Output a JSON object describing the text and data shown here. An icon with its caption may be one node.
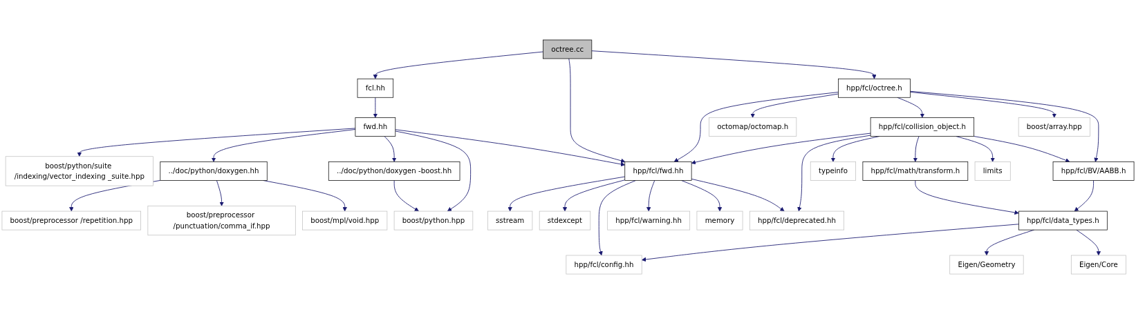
{
  "diagram": {
    "nodes": [
      {
        "text": [
          "octree.cc"
        ]
      },
      {
        "text": [
          "fcl.hh"
        ]
      },
      {
        "text": [
          "hpp/fcl/octree.h"
        ]
      },
      {
        "text": [
          "fwd.hh"
        ]
      },
      {
        "text": [
          "octomap/octomap.h"
        ]
      },
      {
        "text": [
          "hpp/fcl/collision_object.h"
        ]
      },
      {
        "text": [
          "boost/array.hpp"
        ]
      },
      {
        "text": [
          "boost/python/suite /indexing/vector_indexing _suite.hpp"
        ]
      },
      {
        "text": [
          "../doc/python/doxygen.hh"
        ]
      },
      {
        "text": [
          "../doc/python/doxygen -boost.hh"
        ]
      },
      {
        "text": [
          "hpp/fcl/fwd.hh"
        ]
      },
      {
        "text": [
          "typeinfo"
        ]
      },
      {
        "text": [
          "hpp/fcl/math/transform.h"
        ]
      },
      {
        "text": [
          "limits"
        ]
      },
      {
        "text": [
          "hpp/fcl/BV/AABB.h"
        ]
      },
      {
        "text": [
          "boost/preprocessor /repetition.hpp"
        ]
      },
      {
        "text": [
          "boost/preprocessor /punctuation/comma_if.hpp"
        ]
      },
      {
        "text": [
          "boost/mpl/void.hpp"
        ]
      },
      {
        "text": [
          "boost/python.hpp"
        ]
      },
      {
        "text": [
          "sstream"
        ]
      },
      {
        "text": [
          "stdexcept"
        ]
      },
      {
        "text": [
          "hpp/fcl/warning.hh"
        ]
      },
      {
        "text": [
          "memory"
        ]
      },
      {
        "text": [
          "hpp/fcl/deprecated.hh"
        ]
      },
      {
        "text": [
          "hpp/fcl/data_types.h"
        ]
      },
      {
        "text": [
          "hpp/fcl/config.hh"
        ]
      },
      {
        "text": [
          "Eigen/Geometry"
        ]
      },
      {
        "text": [
          "Eigen/Core"
        ]
      }
    ],
    "edges": [
      {
        "from": 0,
        "to": 1,
        "arrow": "to"
      },
      {
        "from": 0,
        "to": 10,
        "arrow": "to"
      },
      {
        "from": 0,
        "to": 2,
        "arrow": "to"
      },
      {
        "from": 1,
        "to": 3,
        "arrow": "to"
      },
      {
        "from": 3,
        "to": 7,
        "arrow": "to"
      },
      {
        "from": 3,
        "to": 8,
        "arrow": "to"
      },
      {
        "from": 3,
        "to": 9,
        "arrow": "to"
      },
      {
        "from": 3,
        "to": 18,
        "arrow": "to"
      },
      {
        "from": 3,
        "to": 10,
        "arrow": "to"
      },
      {
        "from": 2,
        "to": 10,
        "arrow": "to"
      },
      {
        "from": 2,
        "to": 4,
        "arrow": "to"
      },
      {
        "from": 2,
        "to": 5,
        "arrow": "to"
      },
      {
        "from": 2,
        "to": 6,
        "arrow": "to"
      },
      {
        "from": 2,
        "to": 14,
        "arrow": "to"
      },
      {
        "from": 5,
        "to": 10,
        "arrow": "to"
      },
      {
        "from": 5,
        "to": 23,
        "arrow": "to"
      },
      {
        "from": 5,
        "to": 11,
        "arrow": "to"
      },
      {
        "from": 5,
        "to": 12,
        "arrow": "to"
      },
      {
        "from": 5,
        "to": 13,
        "arrow": "to"
      },
      {
        "from": 5,
        "to": 14,
        "arrow": "to"
      },
      {
        "from": 8,
        "to": 15,
        "arrow": "to"
      },
      {
        "from": 8,
        "to": 16,
        "arrow": "to"
      },
      {
        "from": 8,
        "to": 17,
        "arrow": "to"
      },
      {
        "from": 9,
        "to": 18,
        "arrow": "to"
      },
      {
        "from": 10,
        "to": 19,
        "arrow": "to"
      },
      {
        "from": 10,
        "to": 20,
        "arrow": "to"
      },
      {
        "from": 10,
        "to": 25,
        "arrow": "to"
      },
      {
        "from": 10,
        "to": 21,
        "arrow": "to"
      },
      {
        "from": 10,
        "to": 22,
        "arrow": "to"
      },
      {
        "from": 10,
        "to": 23,
        "arrow": "to"
      },
      {
        "from": 12,
        "to": 24,
        "arrow": "to"
      },
      {
        "from": 14,
        "to": 24,
        "arrow": "to"
      },
      {
        "from": 24,
        "to": 25,
        "arrow": "to"
      },
      {
        "from": 24,
        "to": 26,
        "arrow": "to"
      },
      {
        "from": 24,
        "to": 27,
        "arrow": "to"
      }
    ]
  }
}
